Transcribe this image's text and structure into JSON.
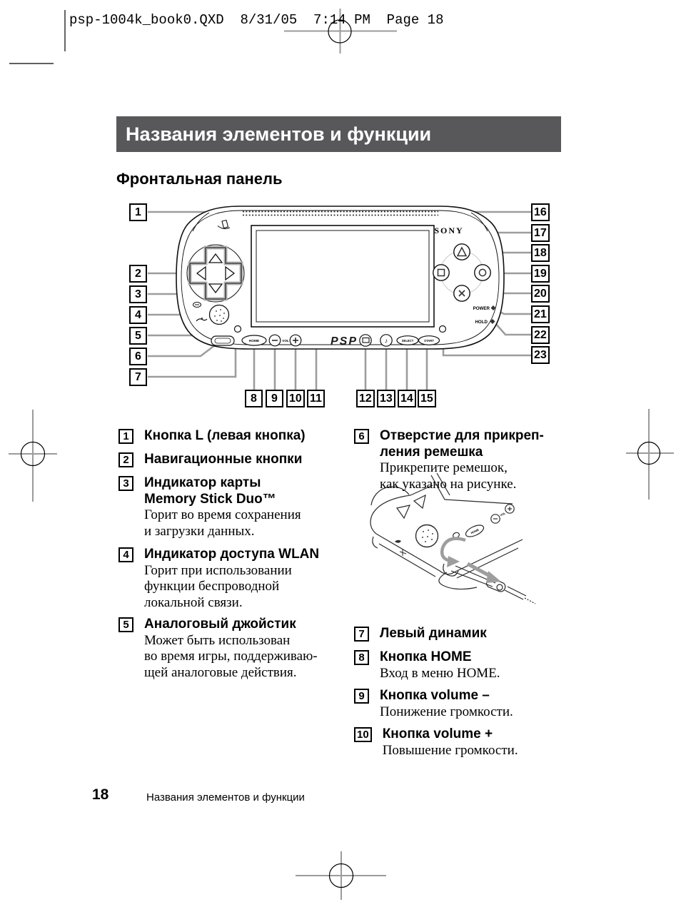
{
  "print_header": "psp-1004k_book0.QXD  8/31/05  7:14 PM  Page 18",
  "header": {
    "title": "Названия элементов и функции"
  },
  "subtitle": "Фронтальная панель",
  "diagram": {
    "device_labels": {
      "sony": "SONY",
      "psp": "PSP",
      "home": "HOME",
      "vol": "VOL",
      "select": "SELECT",
      "start": "START",
      "power": "POWER",
      "hold": "HOLD"
    },
    "callouts": [
      "1",
      "2",
      "3",
      "4",
      "5",
      "6",
      "7",
      "8",
      "9",
      "10",
      "11",
      "12",
      "13",
      "14",
      "15",
      "16",
      "17",
      "18",
      "19",
      "20",
      "21",
      "22",
      "23"
    ]
  },
  "items": {
    "left": [
      {
        "num": "1",
        "title": "Кнопка L (левая кнопка)"
      },
      {
        "num": "2",
        "title": "Навигационные кнопки"
      },
      {
        "num": "3",
        "title": "Индикатор карты",
        "title2": "Memory Stick Duo™",
        "desc": [
          "Горит во время сохранения",
          "и загрузки данных."
        ]
      },
      {
        "num": "4",
        "title": "Индикатор доступа WLAN",
        "desc": [
          "Горит при использовании",
          "функции беспроводной",
          "локальной связи."
        ]
      },
      {
        "num": "5",
        "title": "Аналоговый джойстик",
        "desc": [
          "Может быть использован",
          "во время игры, поддерживаю-",
          "щей аналоговые действия."
        ]
      }
    ],
    "right": [
      {
        "num": "6",
        "title": "Отверстие для прикреп-",
        "title2": "ления ремешка",
        "desc": [
          "Прикрепите ремешок,",
          "как указано на рисунке."
        ]
      },
      {
        "num": "7",
        "title": "Левый динамик"
      },
      {
        "num": "8",
        "title": "Кнопка HOME",
        "desc": [
          "Вход в меню HOME."
        ]
      },
      {
        "num": "9",
        "title": "Кнопка volume –",
        "desc": [
          "Понижение громкости."
        ]
      },
      {
        "num": "10",
        "title": "Кнопка volume +",
        "desc": [
          "Повышение громкости."
        ]
      }
    ]
  },
  "footer": {
    "page_number": "18",
    "text": "Названия элементов и функции"
  },
  "colors": {
    "header_bg": "#58585a",
    "leader_line": "#9d9d9d",
    "ink": "#111111"
  }
}
